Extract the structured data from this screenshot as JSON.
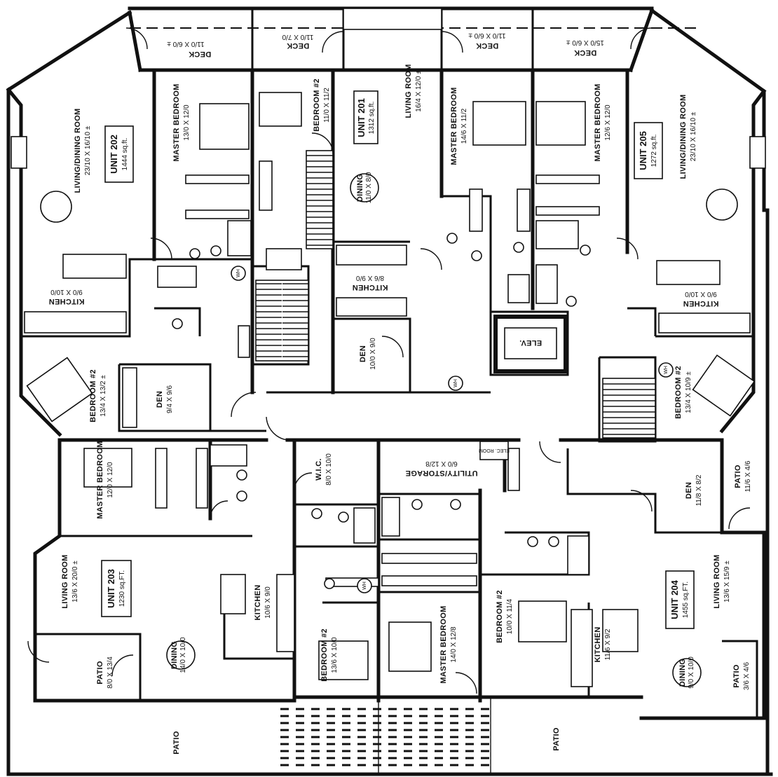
{
  "units": {
    "u201": {
      "name": "UNIT 201",
      "area": "1312 sq.ft."
    },
    "u202": {
      "name": "UNIT 202",
      "area": "1444 sq.ft."
    },
    "u203": {
      "name": "UNIT 203",
      "area": "1230 sq.FT."
    },
    "u204": {
      "name": "UNIT 204",
      "area": "1455 sq.FT."
    },
    "u205": {
      "name": "UNIT 205",
      "area": "1272 sq.ft."
    }
  },
  "rooms": {
    "deck1": {
      "name": "DECK",
      "dim": "11/0 X 6/0 ±"
    },
    "deck2": {
      "name": "DECK",
      "dim": "11/0 X 7/0"
    },
    "deck3": {
      "name": "DECK",
      "dim": "11/0 X 6/0 ±"
    },
    "deck4": {
      "name": "DECK",
      "dim": "15/0 X 6/0 ±"
    },
    "liv202": {
      "name": "LIVING/DINING ROOM",
      "dim": "23/10 X 16/10 ±"
    },
    "mb202": {
      "name": "MASTER BEDROOM",
      "dim": "13/0 X 12/0"
    },
    "br201": {
      "name": "BEDROOM #2",
      "dim": "11/0 X 11/2"
    },
    "liv201": {
      "name": "LIVING ROOM",
      "dim": "16/4 X 12/0 ±"
    },
    "dining201": {
      "name": "DINING",
      "dim": "11/0 X 8/0"
    },
    "mb201": {
      "name": "MASTER BEDROOM",
      "dim": "14/6 X 11/2"
    },
    "mb205": {
      "name": "MASTER BEDROOM",
      "dim": "12/6 X 12/0"
    },
    "liv205": {
      "name": "LIVING/DINING ROOM",
      "dim": "23/10 X 16/10 ±"
    },
    "kit202": {
      "name": "KITCHEN",
      "dim": "9/0 X 10/0"
    },
    "kit201": {
      "name": "KITCHEN",
      "dim": "8/6 X 9/0"
    },
    "kit205": {
      "name": "KITCHEN",
      "dim": "9/0 X 10/0"
    },
    "den201": {
      "name": "DEN",
      "dim": "10/0 X 9/0"
    },
    "elev": {
      "name": "ELEV."
    },
    "br202": {
      "name": "BEDROOM #2",
      "dim": "13/4 X 13/2 ±"
    },
    "den202": {
      "name": "DEN",
      "dim": "9/4 X 9/6"
    },
    "br205": {
      "name": "BEDROOM #2",
      "dim": "13/4 X 10/9 ±"
    },
    "mb203": {
      "name": "MASTER BEDROOM",
      "dim": "12/0 X 12/0"
    },
    "wic": {
      "name": "W.I.C.",
      "dim": "8/0 X 10/0"
    },
    "util": {
      "name": "UTILITY/STORAGE",
      "dim": "6/0 X 12/8"
    },
    "elecroom": {
      "name": "ELEC. ROOM"
    },
    "den204": {
      "name": "DEN",
      "dim": "11/8 X 8/2"
    },
    "patio204a": {
      "name": "PATIO",
      "dim": "11/6 X 4/6"
    },
    "liv203": {
      "name": "LIVING ROOM",
      "dim": "13/6 X 20/0 ±"
    },
    "kit203": {
      "name": "KITCHEN",
      "dim": "10/6 X 9/0"
    },
    "dining203": {
      "name": "DINING",
      "dim": "14/0 X 10/0"
    },
    "patio203": {
      "name": "PATIO",
      "dim": "8/0 X 13/4"
    },
    "br203": {
      "name": "BEDROOM #2",
      "dim": "13/6 X 10/0"
    },
    "mb204": {
      "name": "MASTER BEDROOM",
      "dim": "14/0 X 12/8"
    },
    "br204": {
      "name": "BEDROOM #2",
      "dim": "10/0 X 11/4"
    },
    "kit204": {
      "name": "KITCHEN",
      "dim": "11/6 X 9/2"
    },
    "liv204": {
      "name": "LIVING ROOM",
      "dim": "13/6 X 15/9 ±"
    },
    "dining204": {
      "name": "DINING",
      "dim": "9/0 X 10/0"
    },
    "patio204b": {
      "name": "PATIO",
      "dim": "3/6 X 4/6"
    },
    "patio1": {
      "name": "PATIO"
    },
    "patio2": {
      "name": "PATIO"
    }
  },
  "wh_label": "WH"
}
